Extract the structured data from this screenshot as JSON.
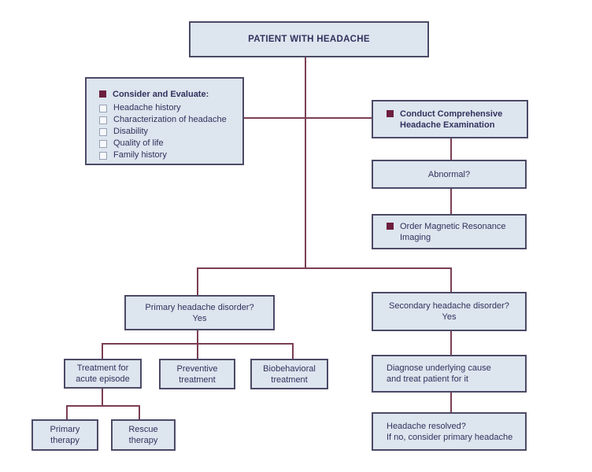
{
  "colors": {
    "box-fill": "#dde5ee",
    "box-border": "#4c4a66",
    "connector": "#7b3e54",
    "text": "#32325e",
    "bullet": "#6d1f3e",
    "checkbox-border": "#98a1b4"
  },
  "nodes": {
    "patient": {
      "label": "PATIENT WITH HEADACHE"
    },
    "consider": {
      "title": "Consider and Evaluate:",
      "items": [
        "Headache history",
        "Characterization of headache",
        "Disability",
        "Quality of life",
        "Family history"
      ]
    },
    "conduct": {
      "label": "Conduct Comprehensive\nHeadache Examination"
    },
    "abnormal": {
      "label": "Abnormal?"
    },
    "mri": {
      "label": "Order Magnetic Resonance\nImaging"
    },
    "primary_question": {
      "label": "Primary headache disorder?\nYes"
    },
    "secondary_question": {
      "label": "Secondary headache disorder?\nYes"
    },
    "acute": {
      "label": "Treatment for\nacute episode"
    },
    "preventive": {
      "label": "Preventive\ntreatment"
    },
    "biobehavioral": {
      "label": "Biobehavioral\ntreatment"
    },
    "diagnose": {
      "label": "Diagnose underlying cause\nand treat patient for it"
    },
    "primary_therapy": {
      "label": "Primary\ntherapy"
    },
    "rescue_therapy": {
      "label": "Rescue\ntherapy"
    },
    "resolved": {
      "label": "Headache resolved?\nIf no, consider primary headache"
    }
  }
}
